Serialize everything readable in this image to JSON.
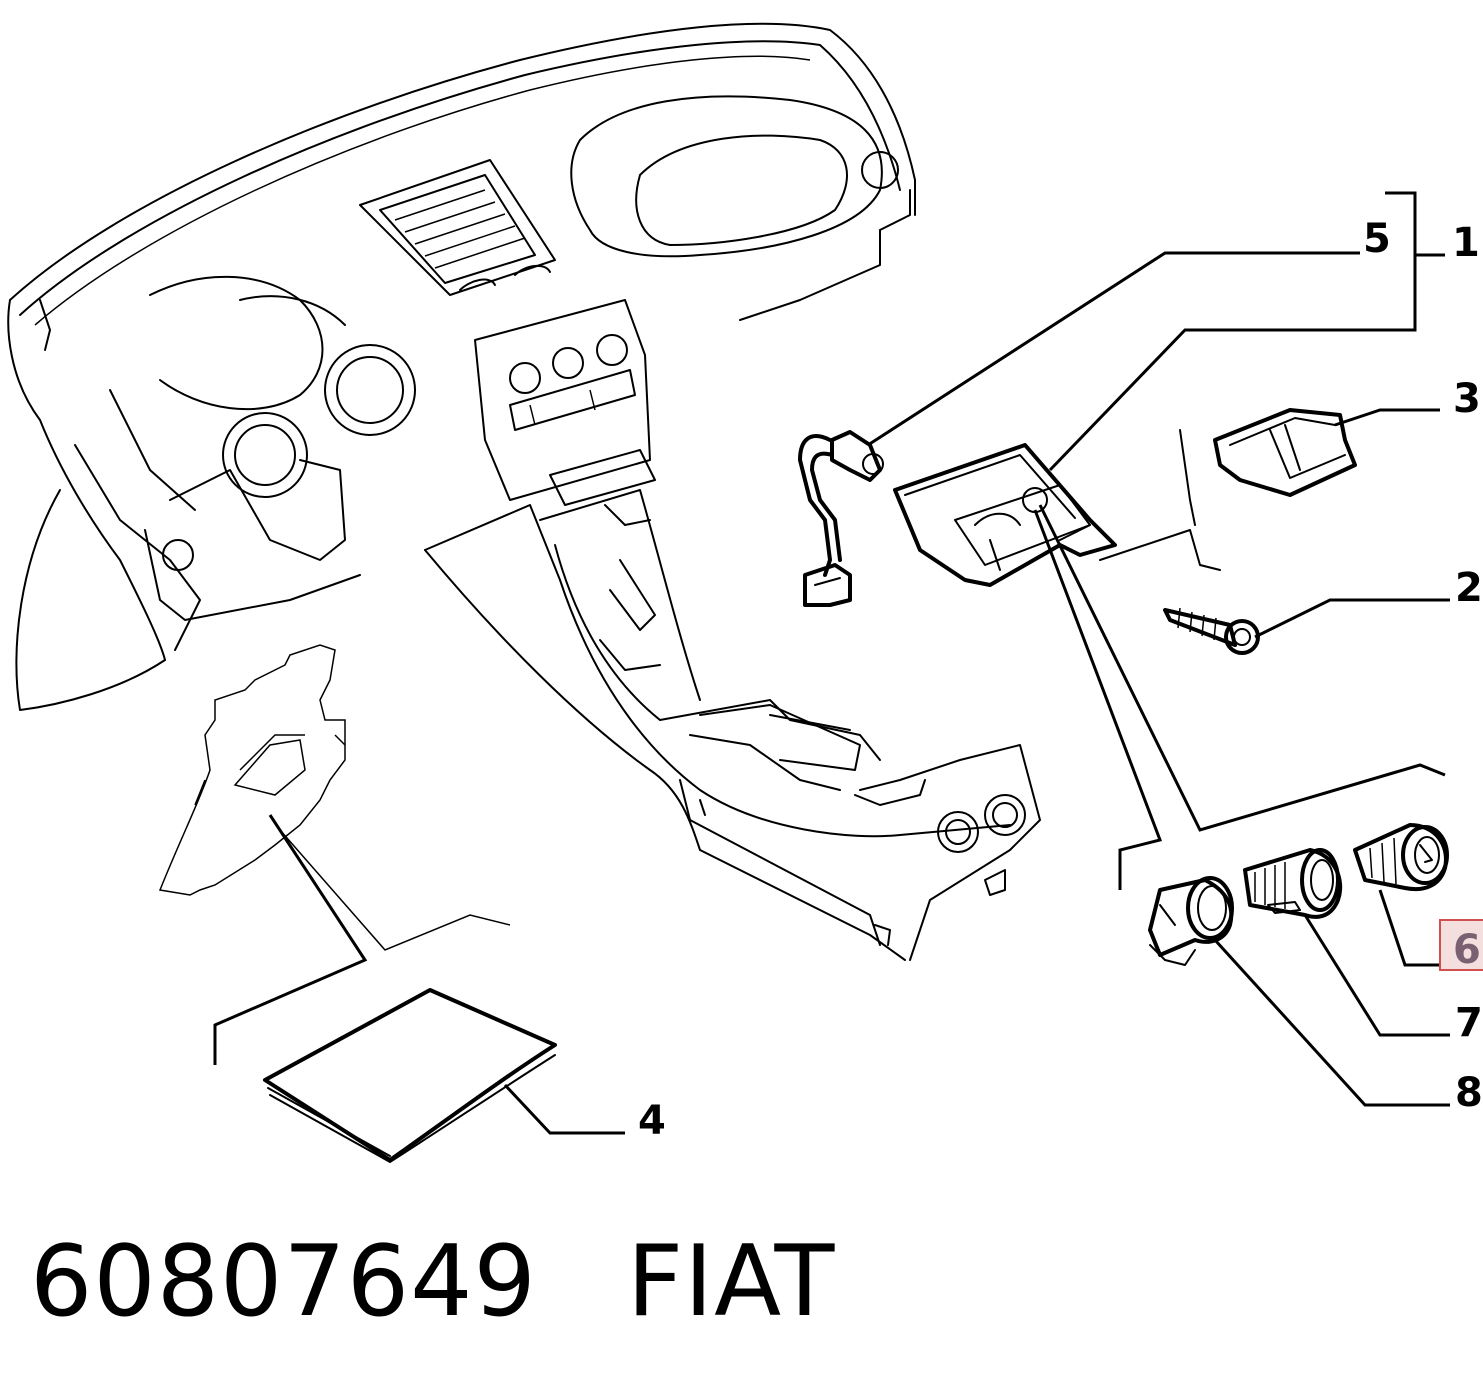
{
  "callouts": [
    {
      "id": "1",
      "label": "1"
    },
    {
      "id": "2",
      "label": "2"
    },
    {
      "id": "3",
      "label": "3"
    },
    {
      "id": "4",
      "label": "4"
    },
    {
      "id": "5",
      "label": "5"
    },
    {
      "id": "6",
      "label": "6",
      "highlighted": true
    },
    {
      "id": "7",
      "label": "7"
    },
    {
      "id": "8",
      "label": "8"
    }
  ],
  "highlight_color": "#d05050",
  "footer": {
    "part_number": "60807649",
    "brand": "FIAT"
  }
}
